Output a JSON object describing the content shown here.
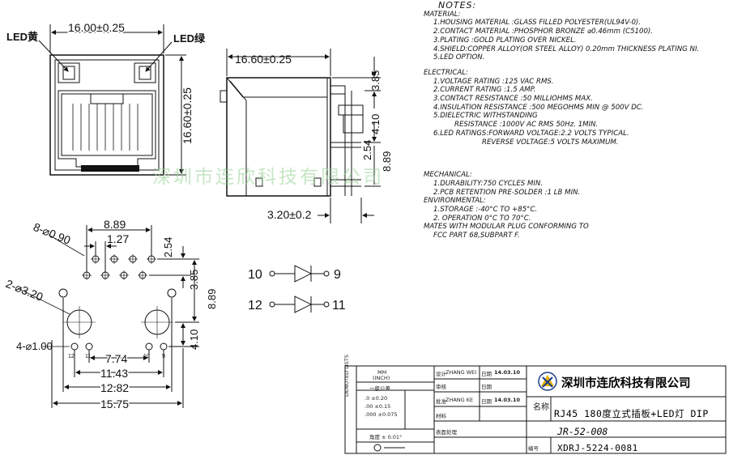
{
  "front_view": {
    "led_left": "LED黄",
    "led_right": "LED绿",
    "dim_width": "16.00±0.25",
    "dim_height": "16.60±0.25"
  },
  "side_view": {
    "dim_depth": "16.60±0.25",
    "dim_top": "3.85",
    "dim_410": "4.10",
    "dim_254": "2.54",
    "dim_889": "8.89",
    "dim_bottom": "3.20±0.2"
  },
  "footprint": {
    "dim_889_top": "8.89",
    "dim_127": "1.27",
    "dim_254": "2.54",
    "holes_pins": "8-⌀0.90",
    "holes_mount": "2-⌀3.20",
    "holes_led": "4-⌀1.00",
    "dim_385": "3.85",
    "dim_889_right": "8.89",
    "dim_410": "4.10",
    "dim_774": "7.74",
    "dim_1143": "11.43",
    "dim_1282": "12.82",
    "dim_1575": "15.75",
    "pin_labels": [
      "12",
      "11",
      "10",
      "9"
    ]
  },
  "led_schematic": {
    "pin_10": "10",
    "pin_9": "9",
    "pin_12": "12",
    "pin_11": "11"
  },
  "watermark": "深圳市连欣科技有限公司",
  "notes": {
    "title": "NOTES:",
    "material_head": "MATERIAL:",
    "material": [
      "1.HOUSING MATERIAL :GLASS FILLED POLYESTER(UL94V-0).",
      "2.CONTACT MATERIAL  :PHOSPHOR BRONZE ⌀0.46mm (C5100).",
      "3.PLATING :GOLD PLATING OVER NICKEL.",
      "4.SHIELD:COPPER ALLOY(OR STEEL ALLOY) 0.20mm THICKNESS PLATING NI.",
      "5.LED OPTION."
    ],
    "electrical_head": "ELECTRICAL:",
    "electrical": [
      "1.VOLTAGE RATING :125 VAC RMS.",
      "2.CURRENT RATING  :1.5 AMP.",
      "3.CONTACT RESISTANCE :50 MILLIOHMS MAX.",
      "4.INSULATION RESISTANCE  :500 MEGOHMS MIN @ 500V DC.",
      "5.DIELECTRIC WITHSTANDING",
      "RESISTANCE :1000V AC RMS 50Hz. 1MIN.",
      "6.LED RATINGS:FORWARD VOLTAGE:2.2 VOLTS TYPICAL.",
      "REVERSE  VOLTAGE:5 VOLTS MAXIMUM."
    ],
    "mechanical_head": "MECHANICAL:",
    "mechanical": [
      "1.DURABILITY:750 CYCLES MIN.",
      "2.PCB RETENTION PRE-SOLDER :1 LB MIN."
    ],
    "environmental_head": "ENVIRONMENTAL:",
    "environmental": [
      "1.STORAGE    :-40°C TO +85°C.",
      "2. OPERATION  0°C TO 70°C."
    ],
    "mates": [
      "MATES WITH MODULAR PLUG CONFORMING TO",
      "FCC PART 68,SUBPART F."
    ]
  },
  "title_block": {
    "company": "深圳市连欣科技有限公司",
    "product_name": "RJ45 180度立式插板+LED灯 DIP",
    "part_number": "JR-52-008",
    "customer_code": "XDRJ-5224-0081",
    "design_label": "设计",
    "designer": "ZHANG WEI",
    "date_label": "日期",
    "date1": "14.03.10",
    "check_label": "审核",
    "approve_label": "批准",
    "approver": "ZHANG KE",
    "date2": "14.03.10",
    "name_label": "名称",
    "material_label": "材料",
    "surface_label": "表面处理",
    "number_label": "编号",
    "unit_label": "MM",
    "inch_label": "(INCH)",
    "tolerance_label": "一般公差",
    "tol1": ".0 ±0.20",
    "tol2": ".00 ±0.15",
    "tol3": ".000 ±0.075",
    "angle_tol": "角度 ± 0.01°",
    "side_label": "DENOTED LISTS"
  }
}
